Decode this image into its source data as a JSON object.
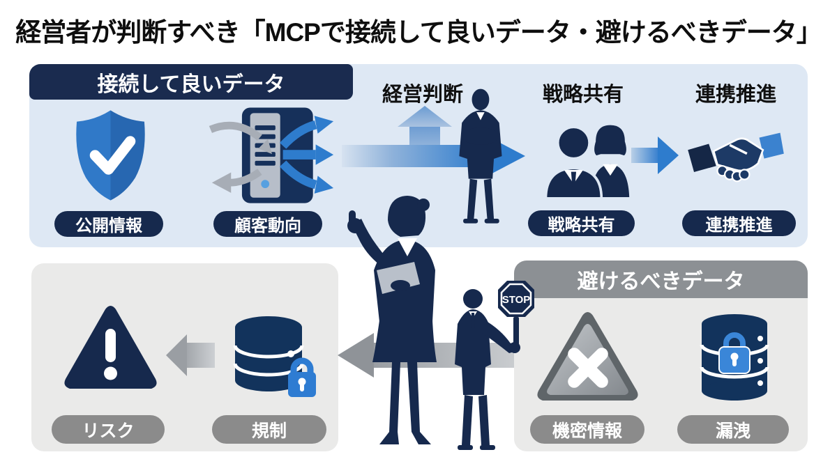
{
  "title": "経営者が判断すべき「MCPで接続して良いデータ・避けるべきデータ」",
  "palette": {
    "navy": "#16294d",
    "header_navy": "#1a2b4f",
    "blue": "#2e7ccd",
    "lock_blue": "#2e7cd2",
    "panel_blue": "#dee8f4",
    "panel_gray": "#eaeae9",
    "header_gray": "#8c9094",
    "pill_gray": "#8b8b8b",
    "arrow_gray": "#9a9ea3"
  },
  "safe_panel": {
    "header": "接続して良いデータ",
    "pills": {
      "public_info": "公開情報",
      "customer_trends": "顧客動向",
      "strategy_share": "戦略共有",
      "collab_promo": "連携推進"
    },
    "headings": {
      "management_decision": "経営判断",
      "strategy_share": "戦略共有",
      "collab_promo": "連携推進"
    },
    "icons": [
      "shield-check-icon",
      "server-exchange-icon",
      "executive-silhouette",
      "team-icon",
      "handshake-icon"
    ]
  },
  "avoid_panel": {
    "header": "避けるべきデータ",
    "pills": {
      "risk": "リスク",
      "regulation": "規制",
      "confidential": "機密情報",
      "leak": "漏洩"
    },
    "icons": [
      "warning-triangle-icon",
      "database-lock-icon",
      "x-triangle-icon",
      "database-lock-icon"
    ]
  },
  "stop_sign_label": "STOP"
}
